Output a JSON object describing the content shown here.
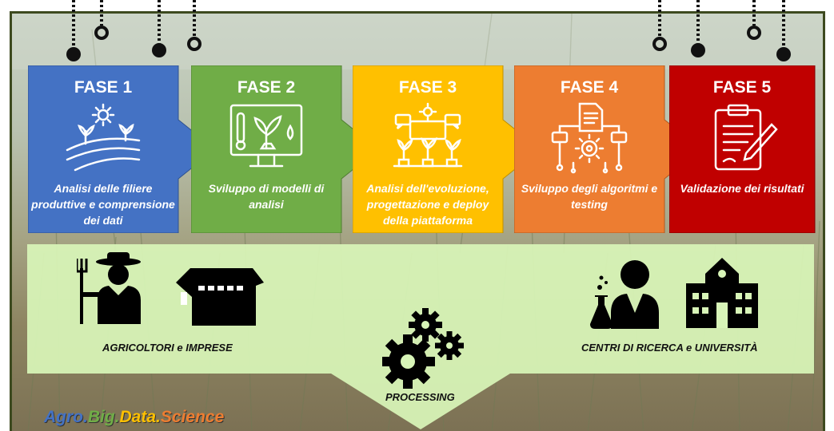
{
  "phases": [
    {
      "title": "FASE 1",
      "description": "Analisi delle filiere produttive e comprensione dei dati",
      "color": "#4472c4",
      "icon": "farm-field-sun-icon"
    },
    {
      "title": "FASE 2",
      "description": "Sviluppo di modelli di analisi",
      "color": "#70ad47",
      "icon": "monitor-plant-icon"
    },
    {
      "title": "FASE 3",
      "description": "Analisi dell'evoluzione, progettazione e deploy della piattaforma",
      "color": "#ffc000",
      "icon": "sprouts-network-icon"
    },
    {
      "title": "FASE 4",
      "description": "Sviluppo degli algoritmi e testing",
      "color": "#ed7d31",
      "icon": "document-gear-icon"
    },
    {
      "title": "FASE 5",
      "description": "Validazione dei risultati",
      "color": "#c00000",
      "icon": "clipboard-pen-icon"
    }
  ],
  "stakeholders": {
    "left_label": "AGRICOLTORI e IMPRESE",
    "right_label": "CENTRI DI RICERCA e UNIVERSITÀ",
    "icons": [
      "farmer-icon",
      "barn-icon",
      "scientist-icon",
      "university-icon"
    ]
  },
  "center_label": "PROCESSING",
  "center_icon": "gears-icon",
  "brand": {
    "parts": [
      "Agro",
      ".",
      "Big",
      ".",
      "Data",
      ".",
      "Science"
    ],
    "colors": [
      "#4472c4",
      "#4472c4",
      "#70ad47",
      "#70ad47",
      "#ffc000",
      "#ffc000",
      "#ed7d31"
    ]
  },
  "colors": {
    "panel": "#d8f5b8",
    "frame": "#3d4a1f"
  }
}
